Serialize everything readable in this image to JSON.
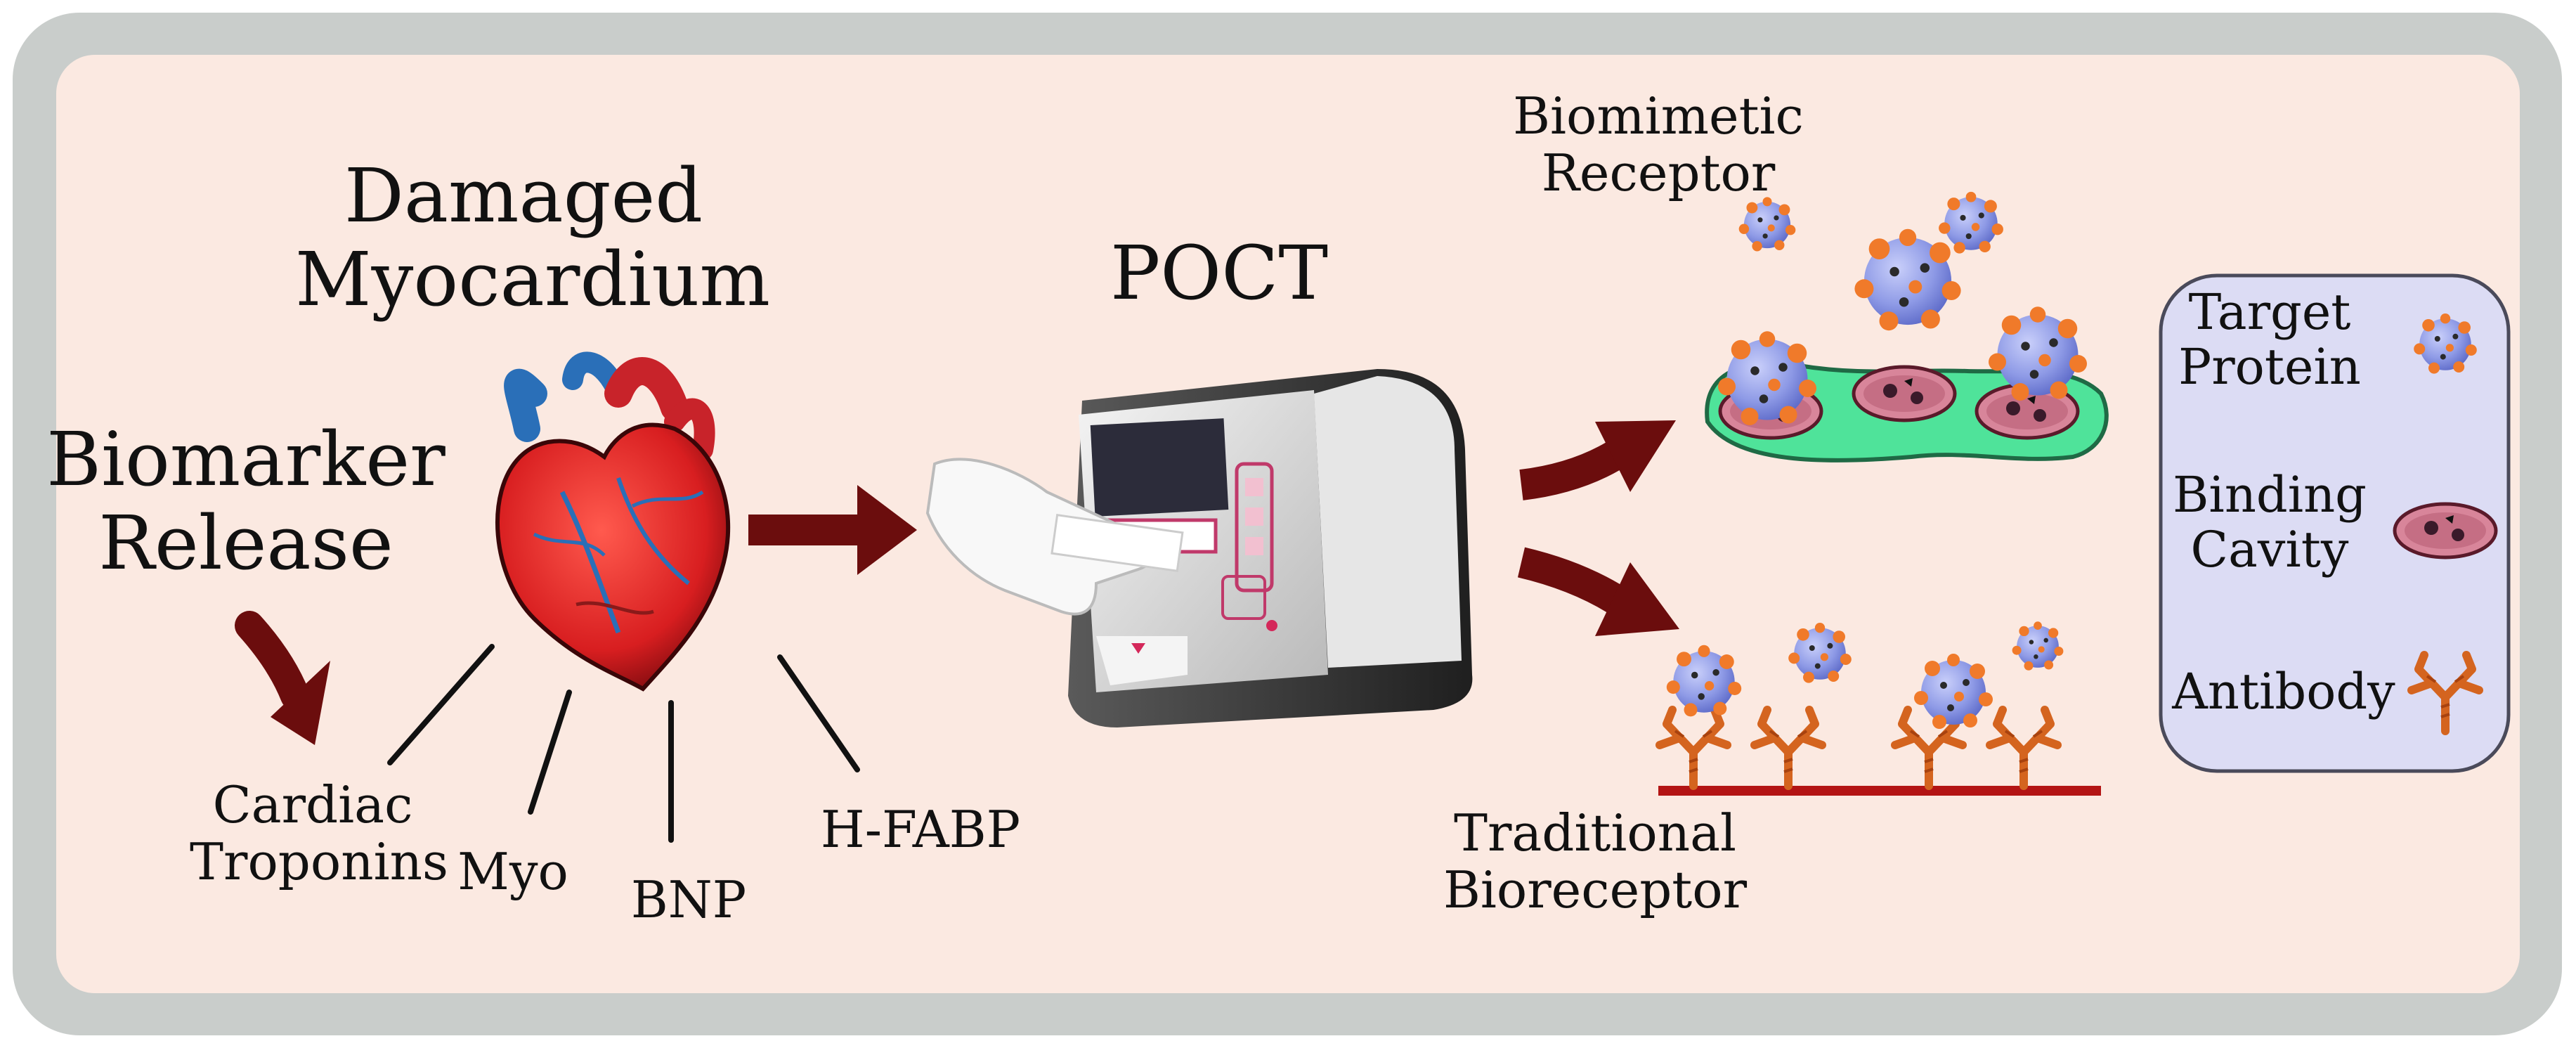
{
  "labels": {
    "damaged_line1": "Damaged",
    "damaged_line2": "Myocardium",
    "biomarker_line1": "Biomarker",
    "biomarker_line2": "Release",
    "poct": "POCT",
    "biomimetic_line1": "Biomimetic",
    "biomimetic_line2": "Receptor",
    "traditional_line1": "Traditional",
    "traditional_line2": "Bioreceptor"
  },
  "biomarkers": {
    "troponins_line1": "Cardiac",
    "troponins_line2": "Troponins",
    "myo": "Myo",
    "bnp": "BNP",
    "hfabp": "H-FABP"
  },
  "legend": {
    "target_line1": "Target",
    "target_line2": "Protein",
    "binding_line1": "Binding",
    "binding_line2": "Cavity",
    "antibody": "Antibody"
  },
  "colors": {
    "frame": "#c9cdcb",
    "background": "#fbe9e1",
    "arrow": "#6b0d0d",
    "protein": "#8e9ae6",
    "protein_dots": "#f07a2a",
    "biomimetic_surface": "#4fe39a",
    "binding_cavity": "#d8859a",
    "antibody": "#d4641f",
    "legend_box": "#dcdcf4"
  }
}
